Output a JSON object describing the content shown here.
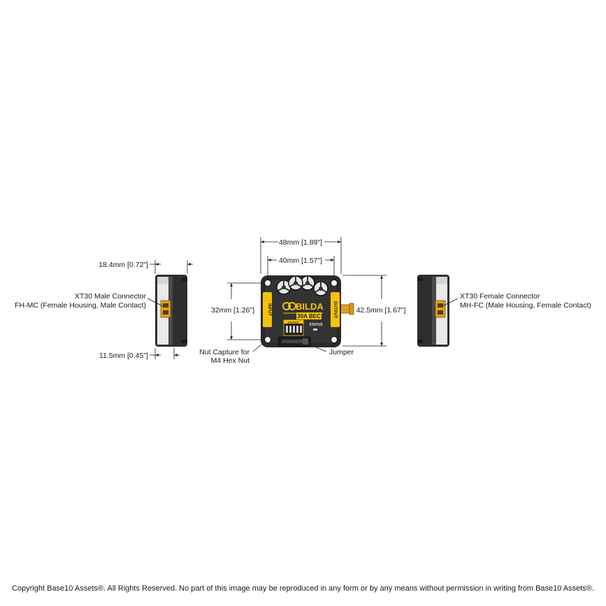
{
  "dimensions": {
    "width_overall": "48mm [1.89\"]",
    "width_holes": "40mm [1.57\"]",
    "height_holes": "32mm [1.26\"]",
    "height_overall": "42.5mm [1.67\"]",
    "side_depth": "18.4mm [0.72\"]",
    "connector_offset": "11.5mm [0.45\"]"
  },
  "callouts": {
    "male_connector_line1": "XT30 Male Connector",
    "male_connector_line2": "FH-MC (Female Housing, Male Contact)",
    "female_connector_line1": "XT30 Female Connector",
    "female_connector_line2": "MH-FC (Male Housing, Female Contact)",
    "nut_capture_line1": "Nut Capture for",
    "nut_capture_line2": "M4 Hex Nut",
    "jumper": "Jumper"
  },
  "device_labels": {
    "brand": "BILDA",
    "model": "30A BEC",
    "input": "INPUT",
    "output": "OUTPUT",
    "status": "STATUS",
    "output_panel": "OUTPUT"
  },
  "colors": {
    "body": "#2b2b2b",
    "accent_yellow": "#f4c20d",
    "connector": "#e0a020",
    "side_light": "#e9e9e9"
  },
  "footer": {
    "copyright": "Copyright Base10 Assets®.  All Rights Reserved. No part of this image may be reproduced in any form or by any means without permission in writing from Base10 Assets®."
  }
}
